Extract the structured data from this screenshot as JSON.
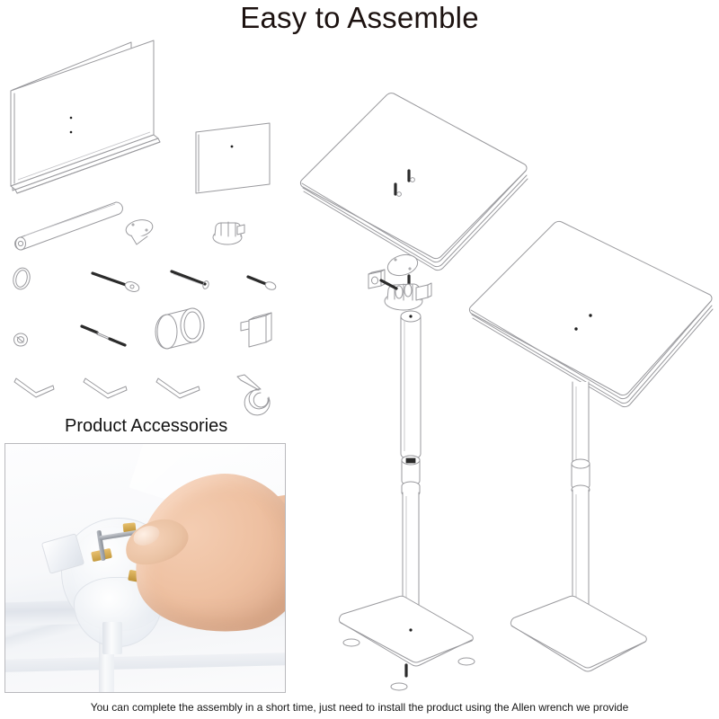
{
  "page": {
    "title": "Easy to Assemble",
    "section_label": "Product Accessories",
    "caption": "You can complete the assembly in a short time, just need to install the product using the Allen wrench we provide",
    "background_color": "#ffffff",
    "line_color": "#9a9a9e",
    "text_color": "#1c1210"
  },
  "exploded_parts": {
    "heading": "Easy to Assemble",
    "items": [
      {
        "id": "main-panel",
        "name": "Acrylic reading board panel",
        "count": 1
      },
      {
        "id": "base-plate",
        "name": "Acrylic base plate",
        "count": 1
      },
      {
        "id": "upper-tube",
        "name": "Upper support tube",
        "count": 1
      },
      {
        "id": "oval-cap",
        "name": "Oval mounting cap",
        "count": 1
      },
      {
        "id": "swivel-bracket",
        "name": "Swivel tilt bracket",
        "count": 1
      },
      {
        "id": "washer",
        "name": "Round washer",
        "count": 1
      },
      {
        "id": "flat-head-bolt",
        "name": "Flat head bolt",
        "count": 1
      },
      {
        "id": "threaded-rod",
        "name": "Threaded rod",
        "count": 1
      },
      {
        "id": "short-screw",
        "name": "Short machine screw",
        "count": 1
      },
      {
        "id": "small-nut",
        "name": "Small hex nut",
        "count": 1
      },
      {
        "id": "double-end-screw",
        "name": "Double ended screw",
        "count": 1
      },
      {
        "id": "locking-collar",
        "name": "Telescoping locking collar",
        "count": 1
      },
      {
        "id": "thumb-knob",
        "name": "Square thumb knob",
        "count": 1
      },
      {
        "id": "allen-wrench-1",
        "name": "Allen wrench (large)",
        "count": 1
      },
      {
        "id": "allen-wrench-2",
        "name": "Allen wrench (medium)",
        "count": 1
      },
      {
        "id": "allen-wrench-3",
        "name": "Allen wrench (small)",
        "count": 1
      },
      {
        "id": "spanner-wrench",
        "name": "Open end spanner wrench",
        "count": 1
      }
    ]
  },
  "assemblies": [
    {
      "id": "lectern-exploded",
      "name": "Lectern with tilt head exploded view",
      "parts": [
        "tabletop",
        "mounting screws",
        "oval cap",
        "swivel bracket",
        "thumb knob",
        "telescoping pole",
        "locking collar",
        "base plate",
        "floor pads"
      ]
    },
    {
      "id": "lectern-assembled",
      "name": "Lectern fully assembled",
      "parts": [
        "tabletop",
        "pole",
        "base plate"
      ]
    }
  ],
  "photo": {
    "name": "Hand tightening acrylic swivel joint with Allen wrench",
    "alt": "Close-up photo of a hand using an Allen wrench on the clear acrylic swivel knob assembly"
  }
}
